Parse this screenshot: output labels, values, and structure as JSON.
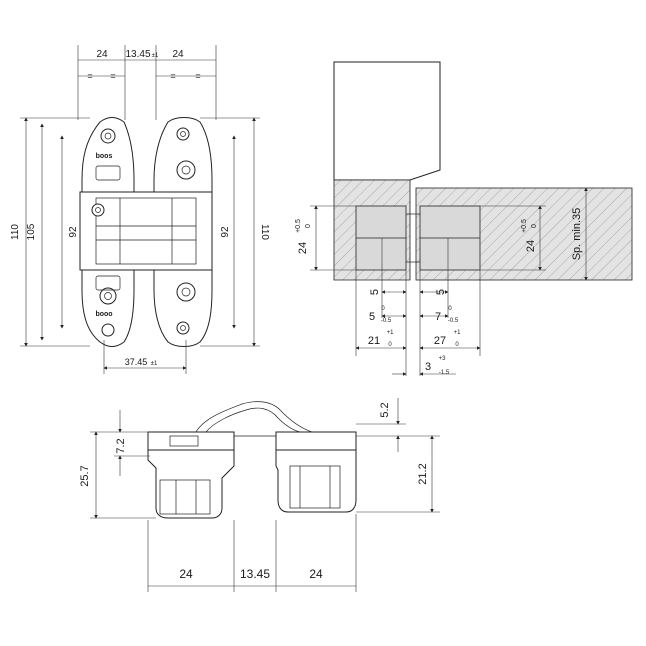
{
  "top_view": {
    "width_left": "24",
    "gap": "13.45",
    "gap_tol": "±1",
    "width_right": "24",
    "eq": "=",
    "height_outer_left": "110",
    "height_mid_left": "105",
    "height_inner_left": "92",
    "height_inner_right": "92",
    "height_outer_right": "110",
    "bottom_width": "37.45",
    "bottom_tol": "±1",
    "brand_top": "boos",
    "brand_bottom": "booo"
  },
  "section_view": {
    "depth_left": "24",
    "depth_left_tol_up": "+0.5",
    "depth_left_tol_low": "0",
    "depth_right": "24",
    "depth_right_tol_up": "+0.5",
    "depth_right_tol_low": "0",
    "door_label": "Sp. min.35",
    "dim_5_left": "5",
    "dim_5_right": "5",
    "off_left": "5",
    "off_left_up": "0",
    "off_left_low": "-0.5",
    "off_right": "7",
    "off_right_up": "0",
    "off_right_low": "-0.5",
    "bore_left": "21",
    "bore_left_up": "+1",
    "bore_left_low": "0",
    "bore_right": "27",
    "bore_right_up": "+1",
    "bore_right_low": "0",
    "gap": "3",
    "gap_up": "+3",
    "gap_low": "-1.5"
  },
  "side_view": {
    "height_total": "25.7",
    "height_upper": "7.2",
    "height_top": "5.2",
    "height_right": "21.2",
    "w_left": "24",
    "w_gap": "13.45",
    "w_right": "24"
  }
}
